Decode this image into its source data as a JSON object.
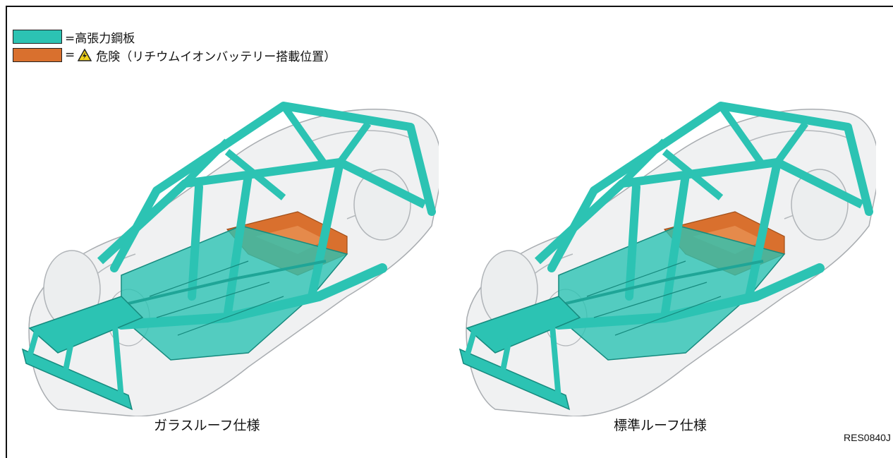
{
  "legend": {
    "items": [
      {
        "color": "#2cc3b3",
        "label": "=高張力鋼板"
      },
      {
        "color": "#d9702e",
        "prefix": "=",
        "icon": "high-voltage-warning-icon",
        "label": "危険（リチウムイオンバッテリー搭載位置）"
      }
    ]
  },
  "colors": {
    "high_tensile_steel": "#2cc3b3",
    "battery": "#d9702e",
    "ghost_body": "#d8dadc",
    "warning_yellow": "#f2d31b"
  },
  "figures": [
    {
      "caption": "ガラスルーフ仕様",
      "icon": "car-body-glass-roof-icon"
    },
    {
      "caption": "標準ルーフ仕様",
      "icon": "car-body-standard-roof-icon"
    }
  ],
  "figure_code": "RES0840J"
}
